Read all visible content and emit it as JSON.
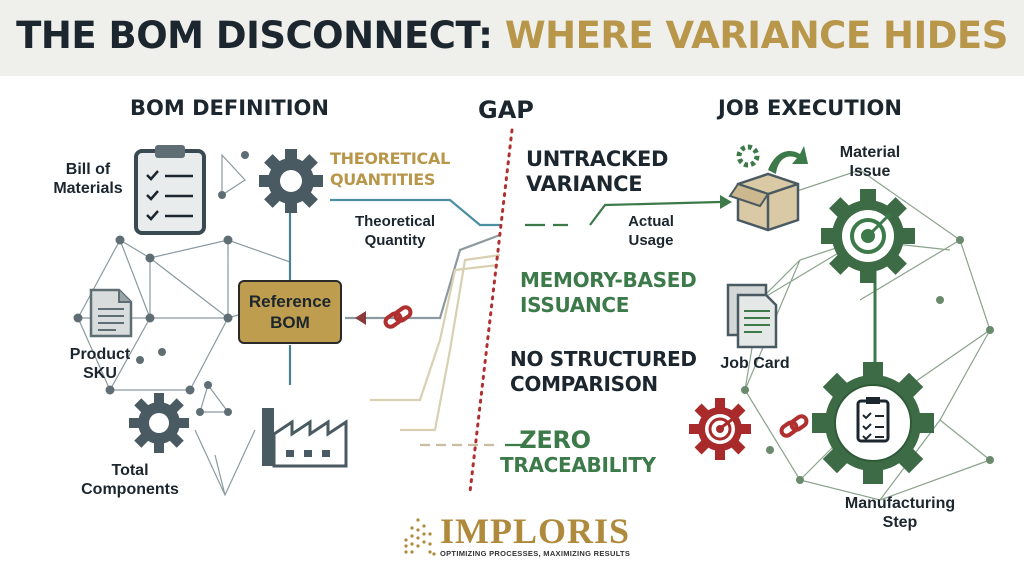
{
  "title": {
    "part1": "THE BOM DISCONNECT:",
    "part2": "WHERE VARIANCE HIDES"
  },
  "colors": {
    "dark": "#1c262e",
    "gold": "#b8964a",
    "green": "#3d7a4a",
    "red": "#b03030"
  },
  "sections": {
    "left": "BOM DEFINITION",
    "middle": "GAP",
    "right": "JOB EXECUTION"
  },
  "left": {
    "bill_of_materials": [
      "Bill of",
      "Materials"
    ],
    "theoretical_quantities": [
      "THEORETICAL",
      "QUANTITIES"
    ],
    "theoretical_quantity": [
      "Theoretical",
      "Quantity"
    ],
    "reference_bom": [
      "Reference",
      "BOM"
    ],
    "product_sku": [
      "Product",
      "SKU"
    ],
    "total_components": [
      "Total",
      "Components"
    ]
  },
  "gap": {
    "untracked_variance": [
      "UNTRACKED",
      "VARIANCE"
    ],
    "actual_usage": [
      "Actual",
      "Usage"
    ],
    "memory_based_issuance": [
      "MEMORY-BASED",
      "ISSUANCE"
    ],
    "no_structured_comparison": [
      "NO STRUCTURED",
      "COMPARISON"
    ],
    "zero_traceability": [
      "ZERO",
      "TRACEABILITY"
    ]
  },
  "right": {
    "material_issue": [
      "Material",
      "Issue"
    ],
    "job_card": "Job Card",
    "manufacturing_step": [
      "Manufacturing",
      "Step"
    ]
  },
  "logo": {
    "name": "IMPLORIS",
    "tagline": "OPTIMIZING PROCESSES, MAXIMIZING RESULTS"
  }
}
